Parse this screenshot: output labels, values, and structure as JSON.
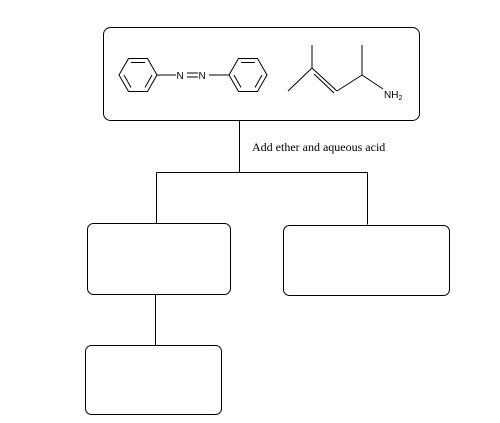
{
  "diagram": {
    "step_label": "Add ether and aqueous acid",
    "molecule_1": {
      "atom_n1": "N",
      "atom_n2": "N"
    },
    "molecule_2": {
      "amine_label": "NH",
      "amine_subscript": "2"
    }
  }
}
